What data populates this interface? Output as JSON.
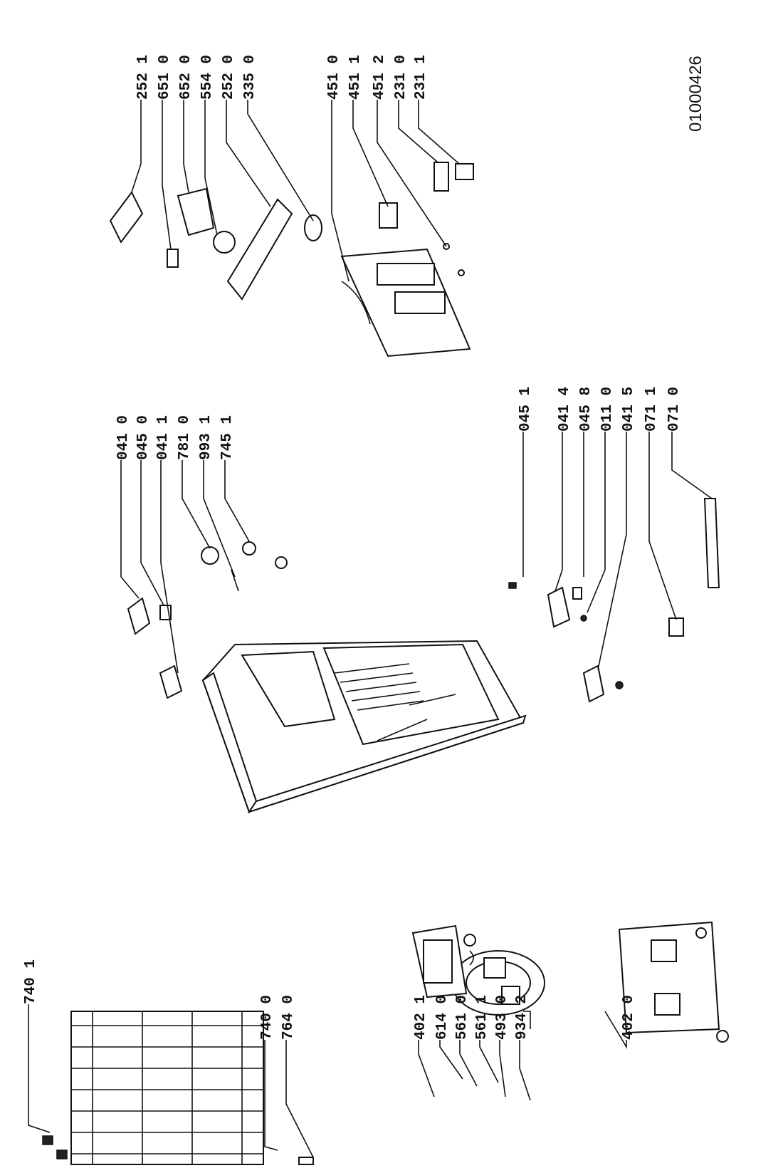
{
  "document_id": "01000426",
  "parts": [
    {
      "id": "p7401",
      "label": "740 1"
    },
    {
      "id": "p7400",
      "label": "740 0"
    },
    {
      "id": "p7640",
      "label": "764 0"
    },
    {
      "id": "p4021",
      "label": "402 1"
    },
    {
      "id": "p6140",
      "label": "614 0"
    },
    {
      "id": "p5610",
      "label": "561 0"
    },
    {
      "id": "p5611",
      "label": "561 1"
    },
    {
      "id": "p4930",
      "label": "493 0"
    },
    {
      "id": "p9342",
      "label": "934 2"
    },
    {
      "id": "p4020",
      "label": "402 0"
    },
    {
      "id": "p0410",
      "label": "041 0"
    },
    {
      "id": "p0450",
      "label": "045 0"
    },
    {
      "id": "p0411",
      "label": "041 1"
    },
    {
      "id": "p7810",
      "label": "781 0"
    },
    {
      "id": "p9931",
      "label": "993 1"
    },
    {
      "id": "p7451",
      "label": "745 1"
    },
    {
      "id": "p0451",
      "label": "045 1"
    },
    {
      "id": "p0414",
      "label": "041 4"
    },
    {
      "id": "p0458",
      "label": "045 8"
    },
    {
      "id": "p0110",
      "label": "011 0"
    },
    {
      "id": "p0415",
      "label": "041 5"
    },
    {
      "id": "p0711",
      "label": "071 1"
    },
    {
      "id": "p0710",
      "label": "071 0"
    },
    {
      "id": "p2521",
      "label": "252 1"
    },
    {
      "id": "p6510",
      "label": "651 0"
    },
    {
      "id": "p6520",
      "label": "652 0"
    },
    {
      "id": "p5540",
      "label": "554 0"
    },
    {
      "id": "p2520",
      "label": "252 0"
    },
    {
      "id": "p3350",
      "label": "335 0"
    },
    {
      "id": "p4510",
      "label": "451 0"
    },
    {
      "id": "p4511",
      "label": "451 1"
    },
    {
      "id": "p4512",
      "label": "451 2"
    },
    {
      "id": "p2310",
      "label": "231 0"
    },
    {
      "id": "p2311",
      "label": "231 1"
    }
  ]
}
